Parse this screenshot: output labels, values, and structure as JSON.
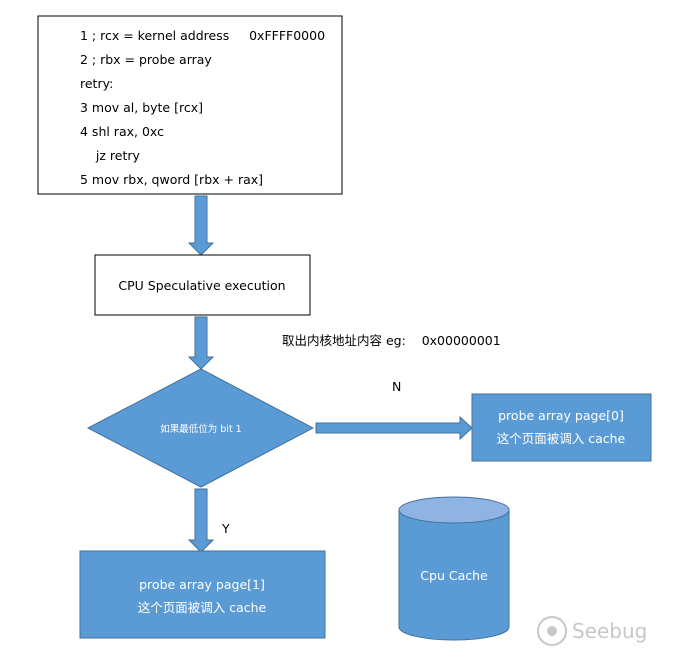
{
  "code_block": {
    "lines": [
      "1 ; rcx = kernel address     0xFFFF0000",
      "2 ; rbx = probe array",
      "retry:",
      "3 mov al, byte [rcx]",
      "4 shl rax, 0xc",
      "    jz retry",
      "5 mov rbx, qword [rbx + rax]"
    ]
  },
  "speculative_box": {
    "label": "CPU Speculative execution"
  },
  "annotation": {
    "text": "取出内核地址内容 eg:    0x00000001"
  },
  "decision": {
    "label": "如果最低位为 bit 1"
  },
  "branch_no": {
    "label": "N",
    "line1": "probe array page[0]",
    "line2": "这个页面被调入 cache"
  },
  "branch_yes": {
    "label": "Y",
    "line1": "probe array page[1]",
    "line2": "这个页面被调入 cache"
  },
  "cache": {
    "label": "Cpu Cache"
  },
  "watermark": {
    "text": "Seebug"
  },
  "colors": {
    "box_fill": "#5b9bd5",
    "box_border": "#41719c",
    "cylinder_top": "#8fb4e3",
    "text_white": "#ffffff"
  }
}
